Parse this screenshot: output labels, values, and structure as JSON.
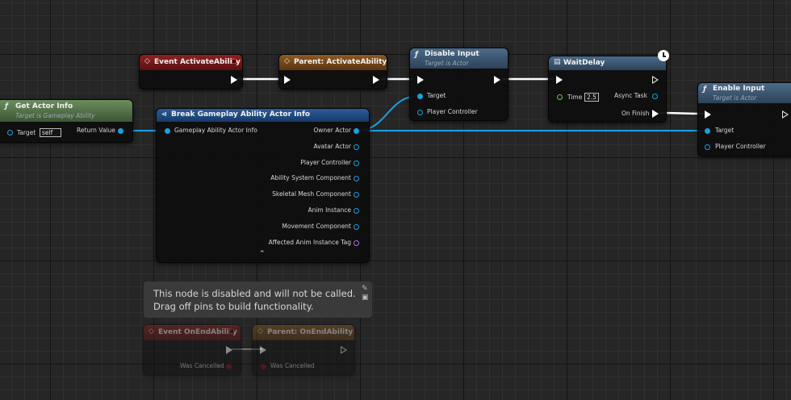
{
  "nodes": {
    "get_actor_info": {
      "title": "Get Actor Info",
      "subtitle": "Target is Gameplay Ability",
      "target_label": "Target",
      "target_value": "self",
      "return_label": "Return Value"
    },
    "event_activate": {
      "title": "Event ActivateAbility"
    },
    "parent_activate": {
      "title": "Parent: ActivateAbility"
    },
    "disable_input": {
      "title": "Disable Input",
      "subtitle": "Target is Actor",
      "target_label": "Target",
      "pc_label": "Player Controller"
    },
    "wait_delay": {
      "title": "WaitDelay",
      "time_label": "Time",
      "time_value": "2.5",
      "async_label": "Async Task",
      "finish_label": "On Finish"
    },
    "enable_input": {
      "title": "Enable Input",
      "subtitle": "Target is Actor",
      "target_label": "Target",
      "pc_label": "Player Controller"
    },
    "break_info": {
      "title": "Break Gameplay Ability Actor Info",
      "input_label": "Gameplay Ability Actor Info",
      "outputs": [
        "Owner Actor",
        "Avatar Actor",
        "Player Controller",
        "Ability System Component",
        "Skeletal Mesh Component",
        "Anim Instance",
        "Movement Component",
        "Affected Anim Instance Tag"
      ]
    },
    "event_end": {
      "title": "Event OnEndAbility",
      "cancel_label": "Was Cancelled"
    },
    "parent_end": {
      "title": "Parent: OnEndAbility",
      "cancel_label": "Was Cancelled"
    }
  },
  "tooltip": {
    "line1": "This node is disabled and will not be called.",
    "line2": "Drag off pins to build functionality."
  },
  "colors": {
    "function_header": "#5d7c52",
    "event_header": "#7a1c1c",
    "parent_header": "#7a4a1c",
    "struct_header": "#1f4b82",
    "blue_header": "#3d5b79",
    "object_pin": "#1aa0e0"
  }
}
